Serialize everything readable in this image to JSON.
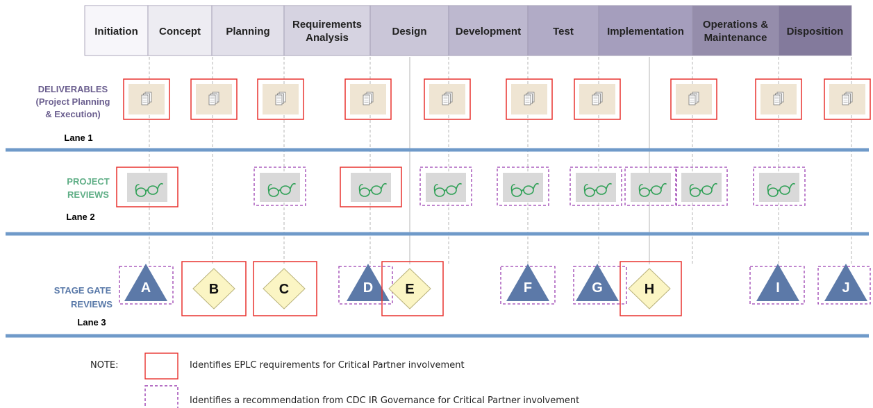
{
  "phases": [
    {
      "lines": [
        "Initiation"
      ],
      "color": "#f7f6fa"
    },
    {
      "lines": [
        "Concept"
      ],
      "color": "#edecf2"
    },
    {
      "lines": [
        "Planning"
      ],
      "color": "#e2e0ea"
    },
    {
      "lines": [
        "Requirements",
        "Analysis"
      ],
      "color": "#d6d3e1"
    },
    {
      "lines": [
        "Design"
      ],
      "color": "#cac6d8"
    },
    {
      "lines": [
        "Development"
      ],
      "color": "#bdb8cf"
    },
    {
      "lines": [
        "Test"
      ],
      "color": "#b1abc6"
    },
    {
      "lines": [
        "Implementation"
      ],
      "color": "#a59ebd"
    },
    {
      "lines": [
        "Operations &",
        "Maintenance"
      ],
      "color": "#958dab"
    },
    {
      "lines": [
        "Disposition"
      ],
      "color": "#837a9c"
    }
  ],
  "lanes": [
    {
      "title_lines": [
        "DELIVERABLES",
        "(Project Planning",
        "& Execution)"
      ],
      "title_color": "#6b5f8f",
      "lane_label": "Lane 1"
    },
    {
      "title_lines": [
        "PROJECT",
        "REVIEWS"
      ],
      "title_color": "#5fae86",
      "lane_label": "Lane 2"
    },
    {
      "title_lines": [
        "STAGE GATE",
        "REVIEWS"
      ],
      "title_color": "#5878a8",
      "lane_label": "Lane 3"
    }
  ],
  "deliverables": [
    {
      "box": "required"
    },
    {
      "box": "required"
    },
    {
      "box": "required"
    },
    {
      "box": "required"
    },
    {
      "box": "required"
    },
    {
      "box": "required"
    },
    {
      "box": "required"
    },
    {
      "box": "required"
    },
    {
      "box": "required"
    },
    {
      "box": "required"
    }
  ],
  "reviews": [
    {
      "box": "required"
    },
    {
      "box": "recommended"
    },
    {
      "box": "required"
    },
    {
      "box": "recommended"
    },
    {
      "box": "recommended"
    },
    {
      "box": "recommended"
    },
    {
      "box": "recommended"
    },
    {
      "box": "recommended"
    },
    {
      "box": "recommended"
    }
  ],
  "gates": [
    {
      "letter": "A",
      "shape": "triangle",
      "box": "recommended"
    },
    {
      "letter": "B",
      "shape": "diamond",
      "box": "required"
    },
    {
      "letter": "C",
      "shape": "diamond",
      "box": "required"
    },
    {
      "letter": "D",
      "shape": "triangle",
      "box": "recommended"
    },
    {
      "letter": "E",
      "shape": "diamond",
      "box": "required"
    },
    {
      "letter": "F",
      "shape": "triangle",
      "box": "recommended"
    },
    {
      "letter": "G",
      "shape": "triangle",
      "box": "recommended"
    },
    {
      "letter": "H",
      "shape": "diamond",
      "box": "required"
    },
    {
      "letter": "I",
      "shape": "triangle",
      "box": "recommended"
    },
    {
      "letter": "J",
      "shape": "triangle",
      "box": "recommended"
    }
  ],
  "legend": {
    "note_label": "NOTE:",
    "required_text": "Identifies EPLC requirements for Critical Partner involvement",
    "recommended_text": "Identifies a recommendation from CDC IR Governance  for Critical Partner involvement"
  },
  "colors": {
    "required_box": "#e8322f",
    "recommended_box": "#9b3fb0",
    "lane_divider": "#6f9ac9",
    "triangle": "#5c79a8",
    "diamond_fill": "#fbf5c4",
    "diamond_stroke": "#b9b27a",
    "doc_bg": "#efe5d3",
    "review_bg": "#d9d9d9",
    "glasses": "#2fa056"
  }
}
